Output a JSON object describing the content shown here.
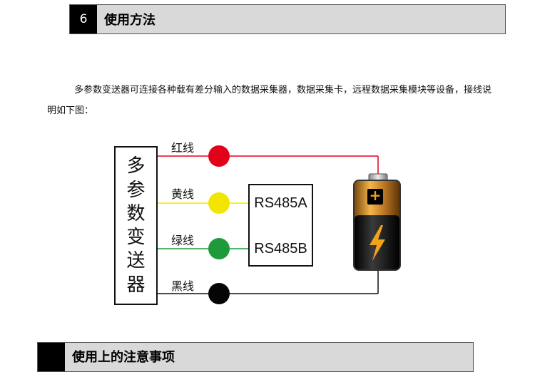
{
  "section": {
    "number": "6",
    "title": "使用方法"
  },
  "intro": "多参数变送器可连接各种载有差分输入的数据采集器，数据采集卡，远程数据采集模块等设备，接线说明如下图：",
  "device": {
    "chars": [
      "多",
      "参",
      "数",
      "变",
      "送",
      "器"
    ]
  },
  "wires": [
    {
      "label": "红线",
      "color": "#e3001b"
    },
    {
      "label": "黄线",
      "color": "#f2e600"
    },
    {
      "label": "绿线",
      "color": "#1f9a3a"
    },
    {
      "label": "黑线",
      "color": "#000000"
    }
  ],
  "rs485": {
    "a": "RS485A",
    "b": "RS485B"
  },
  "battery": {
    "plus": "+",
    "icon": "lightning-bolt-icon"
  },
  "next_section": {
    "title": "使用上的注意事项"
  }
}
